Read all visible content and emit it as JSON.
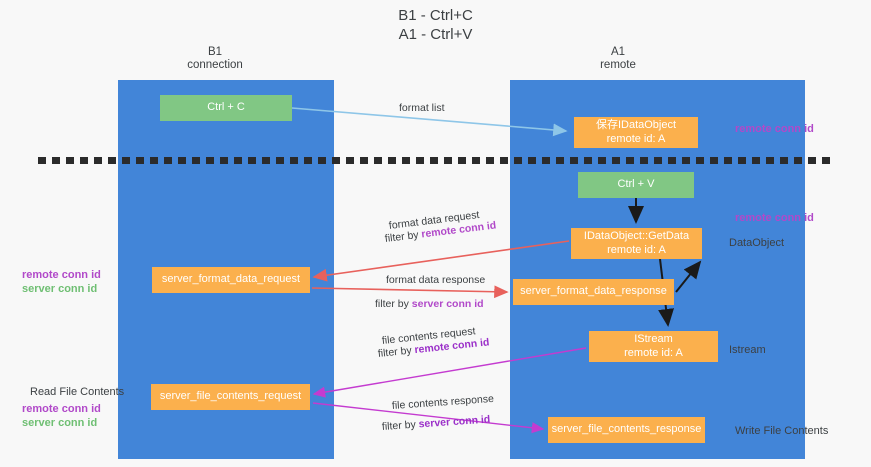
{
  "title": "B1 - Ctrl+C\nA1 - Ctrl+V",
  "columns": {
    "left": "B1\nconnection",
    "right": "A1\nremote"
  },
  "colors": {
    "lane": "#4285d8",
    "green_node": "#81c784",
    "orange_node": "#fbb04d",
    "remote_conn_id": "#b149c9",
    "server_conn_id": "#6fbf73",
    "arrow_red": "#e8615c",
    "arrow_blue": "#8ec6e8",
    "arrow_magenta": "#c43bd0",
    "arrow_black": "#1a1a1a",
    "background": "#f8f8f8"
  },
  "nodes": {
    "ctrl_c": "Ctrl + C",
    "save_idataobject": "保存IDataObject\nremote id: A",
    "ctrl_v": "Ctrl + V",
    "getdata": "IDataObject::GetData\nremote id: A",
    "server_format_data_request": "server_format_data_request",
    "server_format_data_response": "server_format_data_response",
    "istream": "IStream\nremote id: A",
    "server_file_contents_request": "server_file_contents_request",
    "server_file_contents_response": "server_file_contents_response"
  },
  "side_labels": {
    "remote_conn_id_top": "remote conn id",
    "remote_conn_id_mid": "remote conn id",
    "dataobject": "DataObject",
    "istream": "Istream",
    "write_file_contents": "Write File Contents",
    "read_file_contents": "Read File Contents",
    "remote_conn_id": "remote conn id",
    "server_conn_id": "server conn id"
  },
  "edge_labels": {
    "format_list": "format list",
    "format_data_request": "format data request",
    "filter_by_prefix": "filter by ",
    "remote_conn_id": "remote conn id",
    "format_data_response": "format data response",
    "server_conn_id": "server conn id",
    "file_contents_request": "file contents request",
    "file_contents_response": "file contents response"
  }
}
